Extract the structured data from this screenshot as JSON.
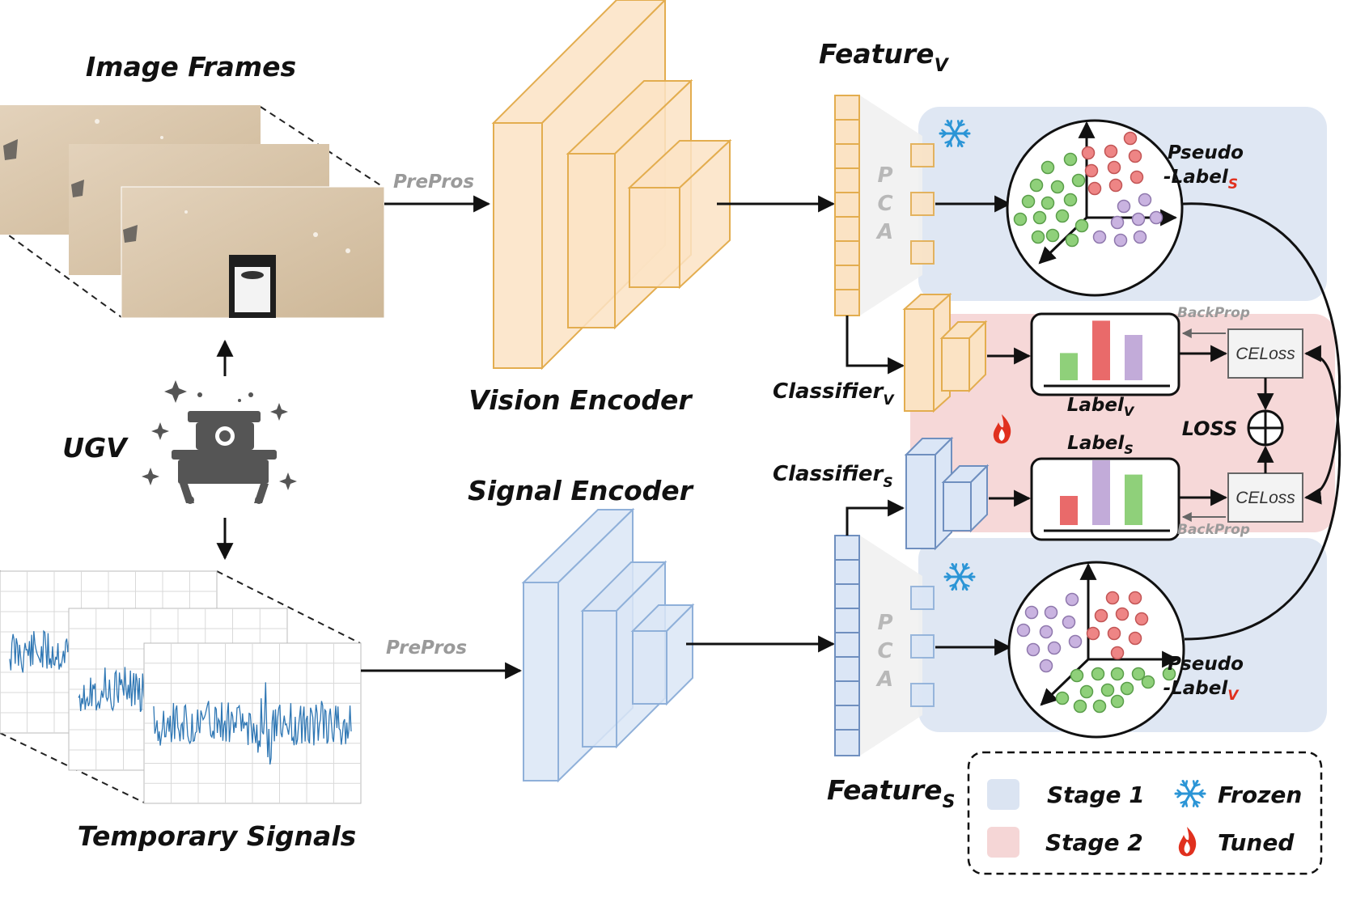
{
  "labels": {
    "image_frames": "Image Frames",
    "temporary_signals": "Temporary Signals",
    "ugv": "UGV",
    "prepros_top": "PrePros",
    "prepros_bottom": "PrePros",
    "vision_encoder": "Vision Encoder",
    "signal_encoder": "Signal Encoder",
    "feature_v_main": "Feature",
    "feature_v_sub": "V",
    "feature_s_main": "Feature",
    "feature_s_sub": "S",
    "pca_top": [
      "P",
      "C",
      "A"
    ],
    "pca_bottom": [
      "P",
      "C",
      "A"
    ],
    "classifier_v_main": "Classifier",
    "classifier_v_sub": "V",
    "classifier_s_main": "Classifier",
    "classifier_s_sub": "S",
    "label_v_main": "Label",
    "label_v_sub": "V",
    "label_s_main": "Label",
    "label_s_sub": "S",
    "pseudo_s_line1": "Pseudo",
    "pseudo_s_line2": "-Label",
    "pseudo_s_sub": "S",
    "pseudo_v_line1": "Pseudo",
    "pseudo_v_line2": "-Label",
    "pseudo_v_sub": "V",
    "celoss_top": "CELoss",
    "celoss_bottom": "CELoss",
    "loss": "LOSS",
    "backprop_top": "BackProp",
    "backprop_bottom": "BackProp"
  },
  "legend": {
    "stage1": "Stage 1",
    "stage2": "Stage 2",
    "frozen": "Frozen",
    "tuned": "Tuned"
  },
  "icons": {
    "frozen": "snowflake-icon",
    "tuned": "flame-icon",
    "ugv": "ugv-robot-icon",
    "loss_combine": "circle-plus-icon"
  },
  "colors": {
    "vision": "#fbe3c4",
    "vision_stroke": "#e3ad4f",
    "signal": "#dbe6f6",
    "signal_stroke": "#8fb0d9",
    "stage1": "#dbe4f2",
    "stage2": "#f5d6d6",
    "cluster_green": "#8fd07a",
    "cluster_red": "#ee8585",
    "cluster_purple": "#c9b3e0",
    "bar_green": "#8fd07a",
    "bar_red": "#e96a6a",
    "bar_purple": "#c2abd9",
    "snowflake": "#2b95d6",
    "flame": "#e0301e"
  },
  "label_bars": {
    "label_v": [
      0.42,
      0.92,
      0.7
    ],
    "label_s": [
      0.45,
      1.0,
      0.78
    ]
  }
}
